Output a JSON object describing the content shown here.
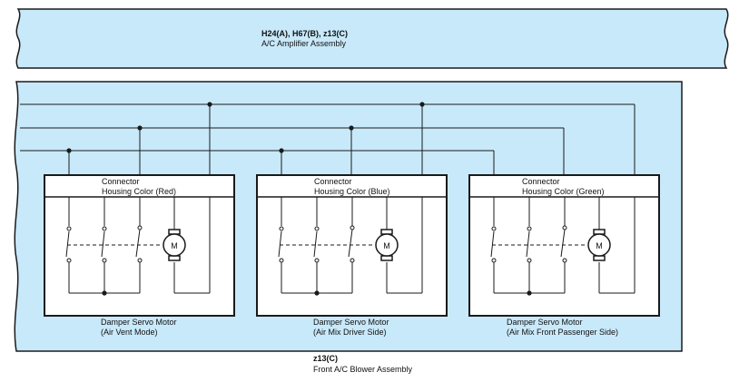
{
  "colors": {
    "panel_fill": "#c8e9fa",
    "stroke": "#1a1a1a",
    "box_fill": "#ffffff"
  },
  "amplifier": {
    "code": "H24(A), H67(B), z13(C)",
    "name": "A/C Amplifier Assembly"
  },
  "blower": {
    "code": "z13(C)",
    "name": "Front A/C Blower Assembly"
  },
  "servos": [
    {
      "connector_line1": "Connector",
      "connector_line2": "Housing Color (Red)",
      "title_line1": "Damper Servo Motor",
      "title_line2": "(Air Vent Mode)",
      "motor_symbol": "M",
      "motor_icon": "motor-icon"
    },
    {
      "connector_line1": "Connector",
      "connector_line2": "Housing Color (Blue)",
      "title_line1": "Damper Servo Motor",
      "title_line2": "(Air Mix Driver Side)",
      "motor_symbol": "M",
      "motor_icon": "motor-icon"
    },
    {
      "connector_line1": "Connector",
      "connector_line2": "Housing Color (Green)",
      "title_line1": "Damper Servo Motor",
      "title_line2": "(Air Mix Front Passenger Side)",
      "motor_symbol": "M",
      "motor_icon": "motor-icon"
    }
  ]
}
